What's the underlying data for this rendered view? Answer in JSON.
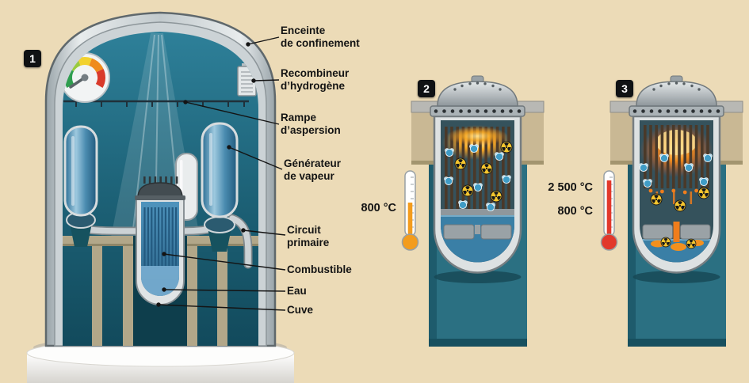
{
  "panel1": {
    "badge": "1",
    "labels": [
      {
        "id": "containment",
        "text": "Enceinte\nde confinement"
      },
      {
        "id": "recombiner",
        "text": "Recombineur\nd’hydrogène"
      },
      {
        "id": "spray_header",
        "text": "Rampe\nd’aspersion"
      },
      {
        "id": "steam_generator",
        "text": "Générateur\nde vapeur"
      },
      {
        "id": "primary_circuit",
        "text": "Circuit\nprimaire"
      },
      {
        "id": "fuel",
        "text": "Combustible"
      },
      {
        "id": "water",
        "text": "Eau"
      },
      {
        "id": "vessel",
        "text": "Cuve"
      }
    ]
  },
  "panel2": {
    "badge": "2",
    "temperature": "800 °C"
  },
  "panel3": {
    "badge": "3",
    "temperature_core": "2 500 °C",
    "temperature_water": "800 °C"
  },
  "icons": {
    "gauge": "pressure-gauge-icon",
    "radioactive": "radioactive-trefoil-icon",
    "molecule": "h2o-molecule-icon",
    "thermometer": "thermometer-icon"
  },
  "colors": {
    "background": "#ecdbb7",
    "containment_teal": "#1c6075",
    "steel": "#ccd3d6",
    "concrete": "#c9b894",
    "water_blue": "#3a7fa6",
    "heat_orange": "#f39c1d",
    "heat_red": "#e2382b",
    "label_black": "#141414"
  }
}
